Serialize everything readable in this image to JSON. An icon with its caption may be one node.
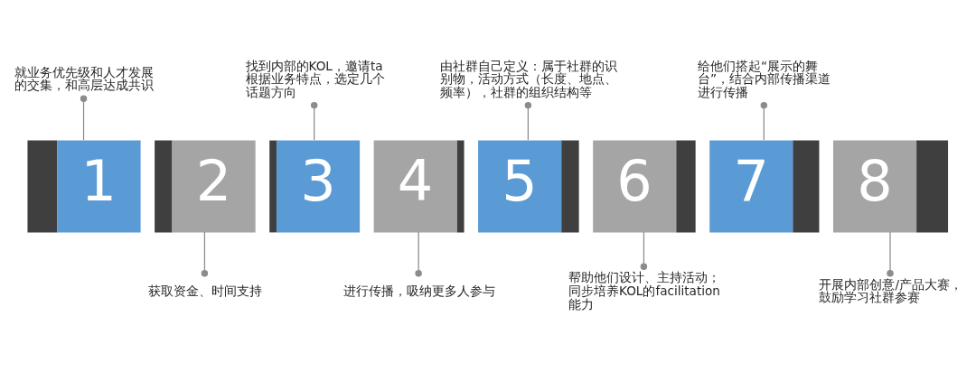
{
  "diagram": {
    "nodes": [
      {
        "text": [
          "就业务优先级和人才发展的交集，和高层达成共识"
        ]
      },
      {
        "text": [
          "找到内部的KOL，邀请ta根据业务特点，选定几个话题方向"
        ]
      },
      {
        "text": [
          "由社群自己定义：属于社群的识别物，活动方式（长度、地点、频率），社群的组织结构等"
        ]
      },
      {
        "text": [
          "给他们搭起“展示的舞台”，结合内部传播渠道进行传播"
        ]
      },
      {
        "text": [
          "1"
        ]
      },
      {
        "text": [
          "2"
        ]
      },
      {
        "text": [
          "3"
        ]
      },
      {
        "text": [
          "4"
        ]
      },
      {
        "text": [
          "5"
        ]
      },
      {
        "text": [
          "6"
        ]
      },
      {
        "text": [
          "7"
        ]
      },
      {
        "text": [
          "8"
        ]
      },
      {
        "text": [
          "获取资金、时间支持"
        ]
      },
      {
        "text": [
          "进行传播，吸纳更多人参与"
        ]
      },
      {
        "text": [
          "帮助他们设计、主持活动；同步培养KOL的facilitation能力"
        ]
      },
      {
        "text": [
          "开展内部创意/产品大赛，鼓励学习社群参赛"
        ]
      }
    ],
    "edges": [
      {
        "from": 0,
        "to": 4,
        "arrow": "other"
      },
      {
        "from": 1,
        "to": 6,
        "arrow": "other"
      },
      {
        "from": 2,
        "to": 8,
        "arrow": "other"
      },
      {
        "from": 3,
        "to": 10,
        "arrow": "other"
      },
      {
        "from": 5,
        "to": 12,
        "arrow": "other"
      },
      {
        "from": 7,
        "to": 13,
        "arrow": "other"
      },
      {
        "from": 9,
        "to": 14,
        "arrow": "other"
      },
      {
        "from": 11,
        "to": 15,
        "arrow": "other"
      }
    ]
  }
}
